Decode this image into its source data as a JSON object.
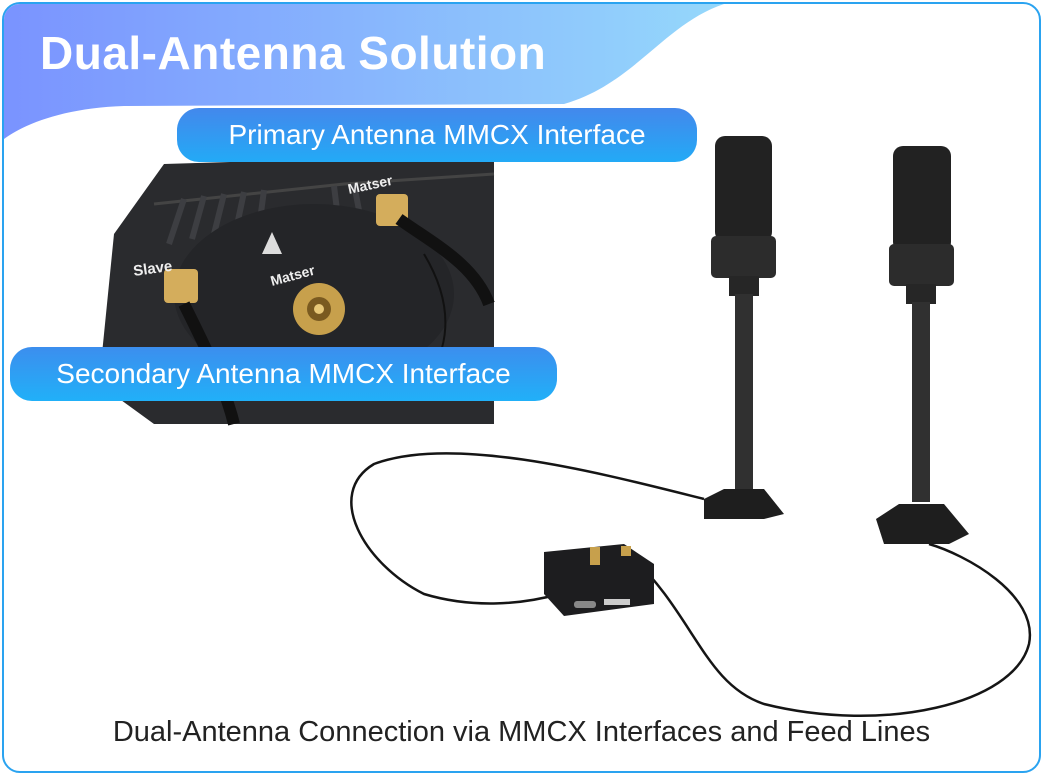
{
  "header": {
    "title": "Dual-Antenna Solution"
  },
  "labels": {
    "primary": "Primary Antenna MMCX Interface",
    "secondary": "Secondary Antenna MMCX Interface"
  },
  "device_markings": {
    "slave": "Slave",
    "master_port": "Matser",
    "master_center": "Matser"
  },
  "caption": "Dual-Antenna Connection via MMCX Interfaces and Feed Lines",
  "colors": {
    "border": "#2aa3f0",
    "header_start": "#7a93ff",
    "header_end": "#95d8fb",
    "pill": "#3a95ee"
  }
}
